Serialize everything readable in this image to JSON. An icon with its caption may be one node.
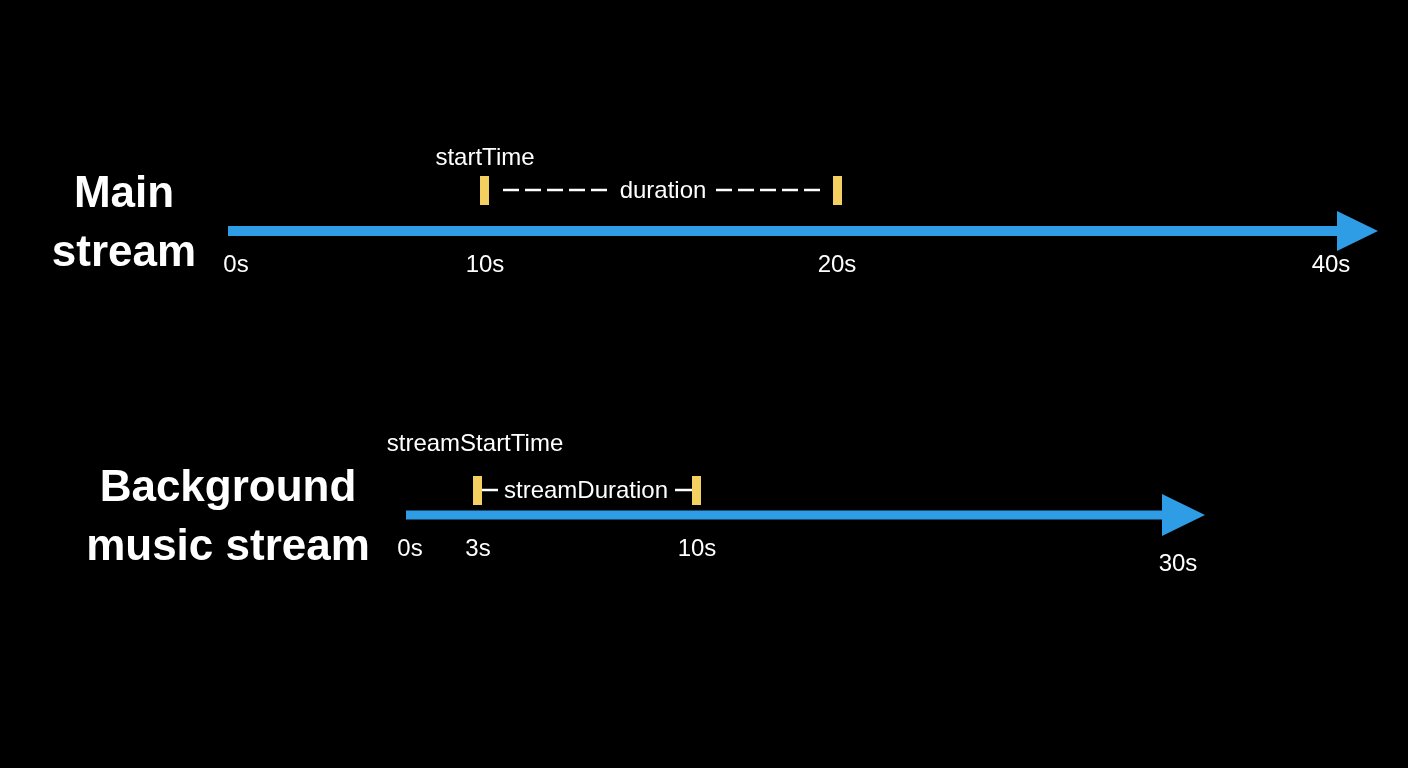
{
  "diagram": {
    "labels": [
      "startTime",
      "Main stream",
      "duration",
      "0s",
      "10s",
      "20s",
      "40s",
      "streamStartTime",
      "Background music stream",
      "streamDuration",
      "0s",
      "3s",
      "10s",
      "30s"
    ]
  }
}
